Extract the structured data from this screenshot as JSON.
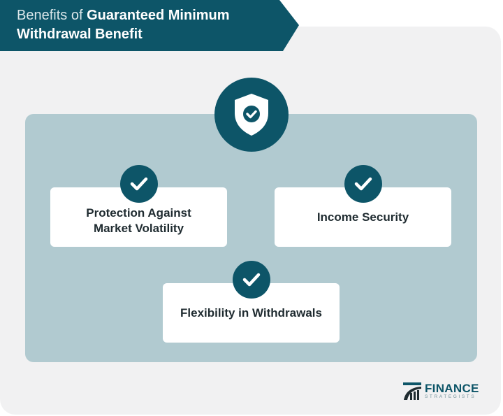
{
  "header": {
    "title_prefix": "Benefits of ",
    "title_bold_line1": "Guaranteed Minimum",
    "title_bold_line2": "Withdrawal Benefit"
  },
  "central_icon": "shield-check-icon",
  "benefits": [
    {
      "line1": "Protection Against",
      "line2": "Market Volatility",
      "icon": "checkmark-icon"
    },
    {
      "line1": "Income Security",
      "line2": "",
      "icon": "checkmark-icon"
    },
    {
      "line1": "Flexibility in Withdrawals",
      "line2": "",
      "icon": "checkmark-icon"
    }
  ],
  "logo": {
    "main": "FINANCE",
    "sub": "STRATEGISTS"
  },
  "colors": {
    "primary": "#0d5568",
    "panel": "#b1cad0",
    "background": "#f1f1f2",
    "card": "#ffffff",
    "text": "#1f2b30"
  }
}
